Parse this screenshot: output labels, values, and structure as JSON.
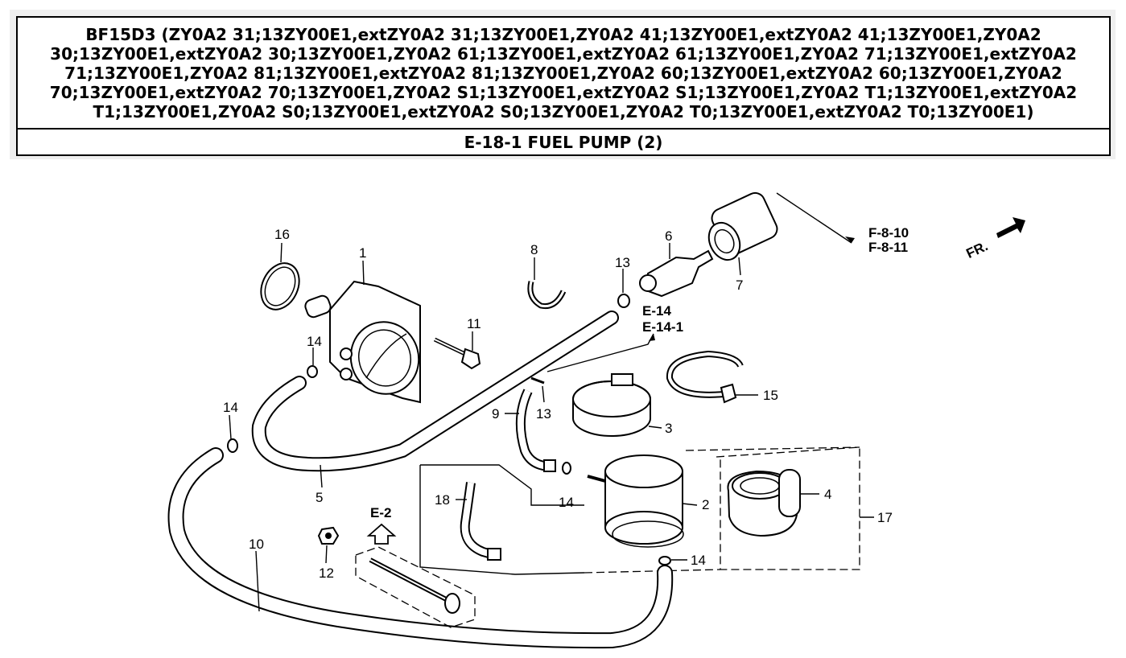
{
  "header": {
    "title": "BF15D3 (ZY0A2 31;13ZY00E1,extZY0A2 31;13ZY00E1,ZY0A2 41;13ZY00E1,extZY0A2 41;13ZY00E1,ZY0A2 30;13ZY00E1,extZY0A2 30;13ZY00E1,ZY0A2 61;13ZY00E1,extZY0A2 61;13ZY00E1,ZY0A2 71;13ZY00E1,extZY0A2 71;13ZY00E1,ZY0A2 81;13ZY00E1,extZY0A2 81;13ZY00E1,ZY0A2 60;13ZY00E1,extZY0A2 60;13ZY00E1,ZY0A2 70;13ZY00E1,extZY0A2 70;13ZY00E1,ZY0A2 S1;13ZY00E1,extZY0A2 S1;13ZY00E1,ZY0A2 T1;13ZY00E1,extZY0A2 T1;13ZY00E1,ZY0A2 S0;13ZY00E1,extZY0A2 S0;13ZY00E1,ZY0A2 T0;13ZY00E1,extZY0A2 T0;13ZY00E1)",
    "section": "E-18-1 FUEL PUMP (2)"
  },
  "diagram": {
    "part_labels": {
      "p1": "1",
      "p2": "2",
      "p3": "3",
      "p4": "4",
      "p5": "5",
      "p6": "6",
      "p7": "7",
      "p8": "8",
      "p9": "9",
      "p10": "10",
      "p11": "11",
      "p12": "12",
      "p13a": "13",
      "p13b": "13",
      "p14a": "14",
      "p14b": "14",
      "p14c": "14",
      "p14d": "14",
      "p15": "15",
      "p16": "16",
      "p17": "17",
      "p18": "18"
    },
    "refs": {
      "f810": "F-8-10",
      "f811": "F-8-11",
      "e14": "E-14",
      "e141": "E-14-1",
      "e2": "E-2",
      "fr": "FR."
    }
  }
}
